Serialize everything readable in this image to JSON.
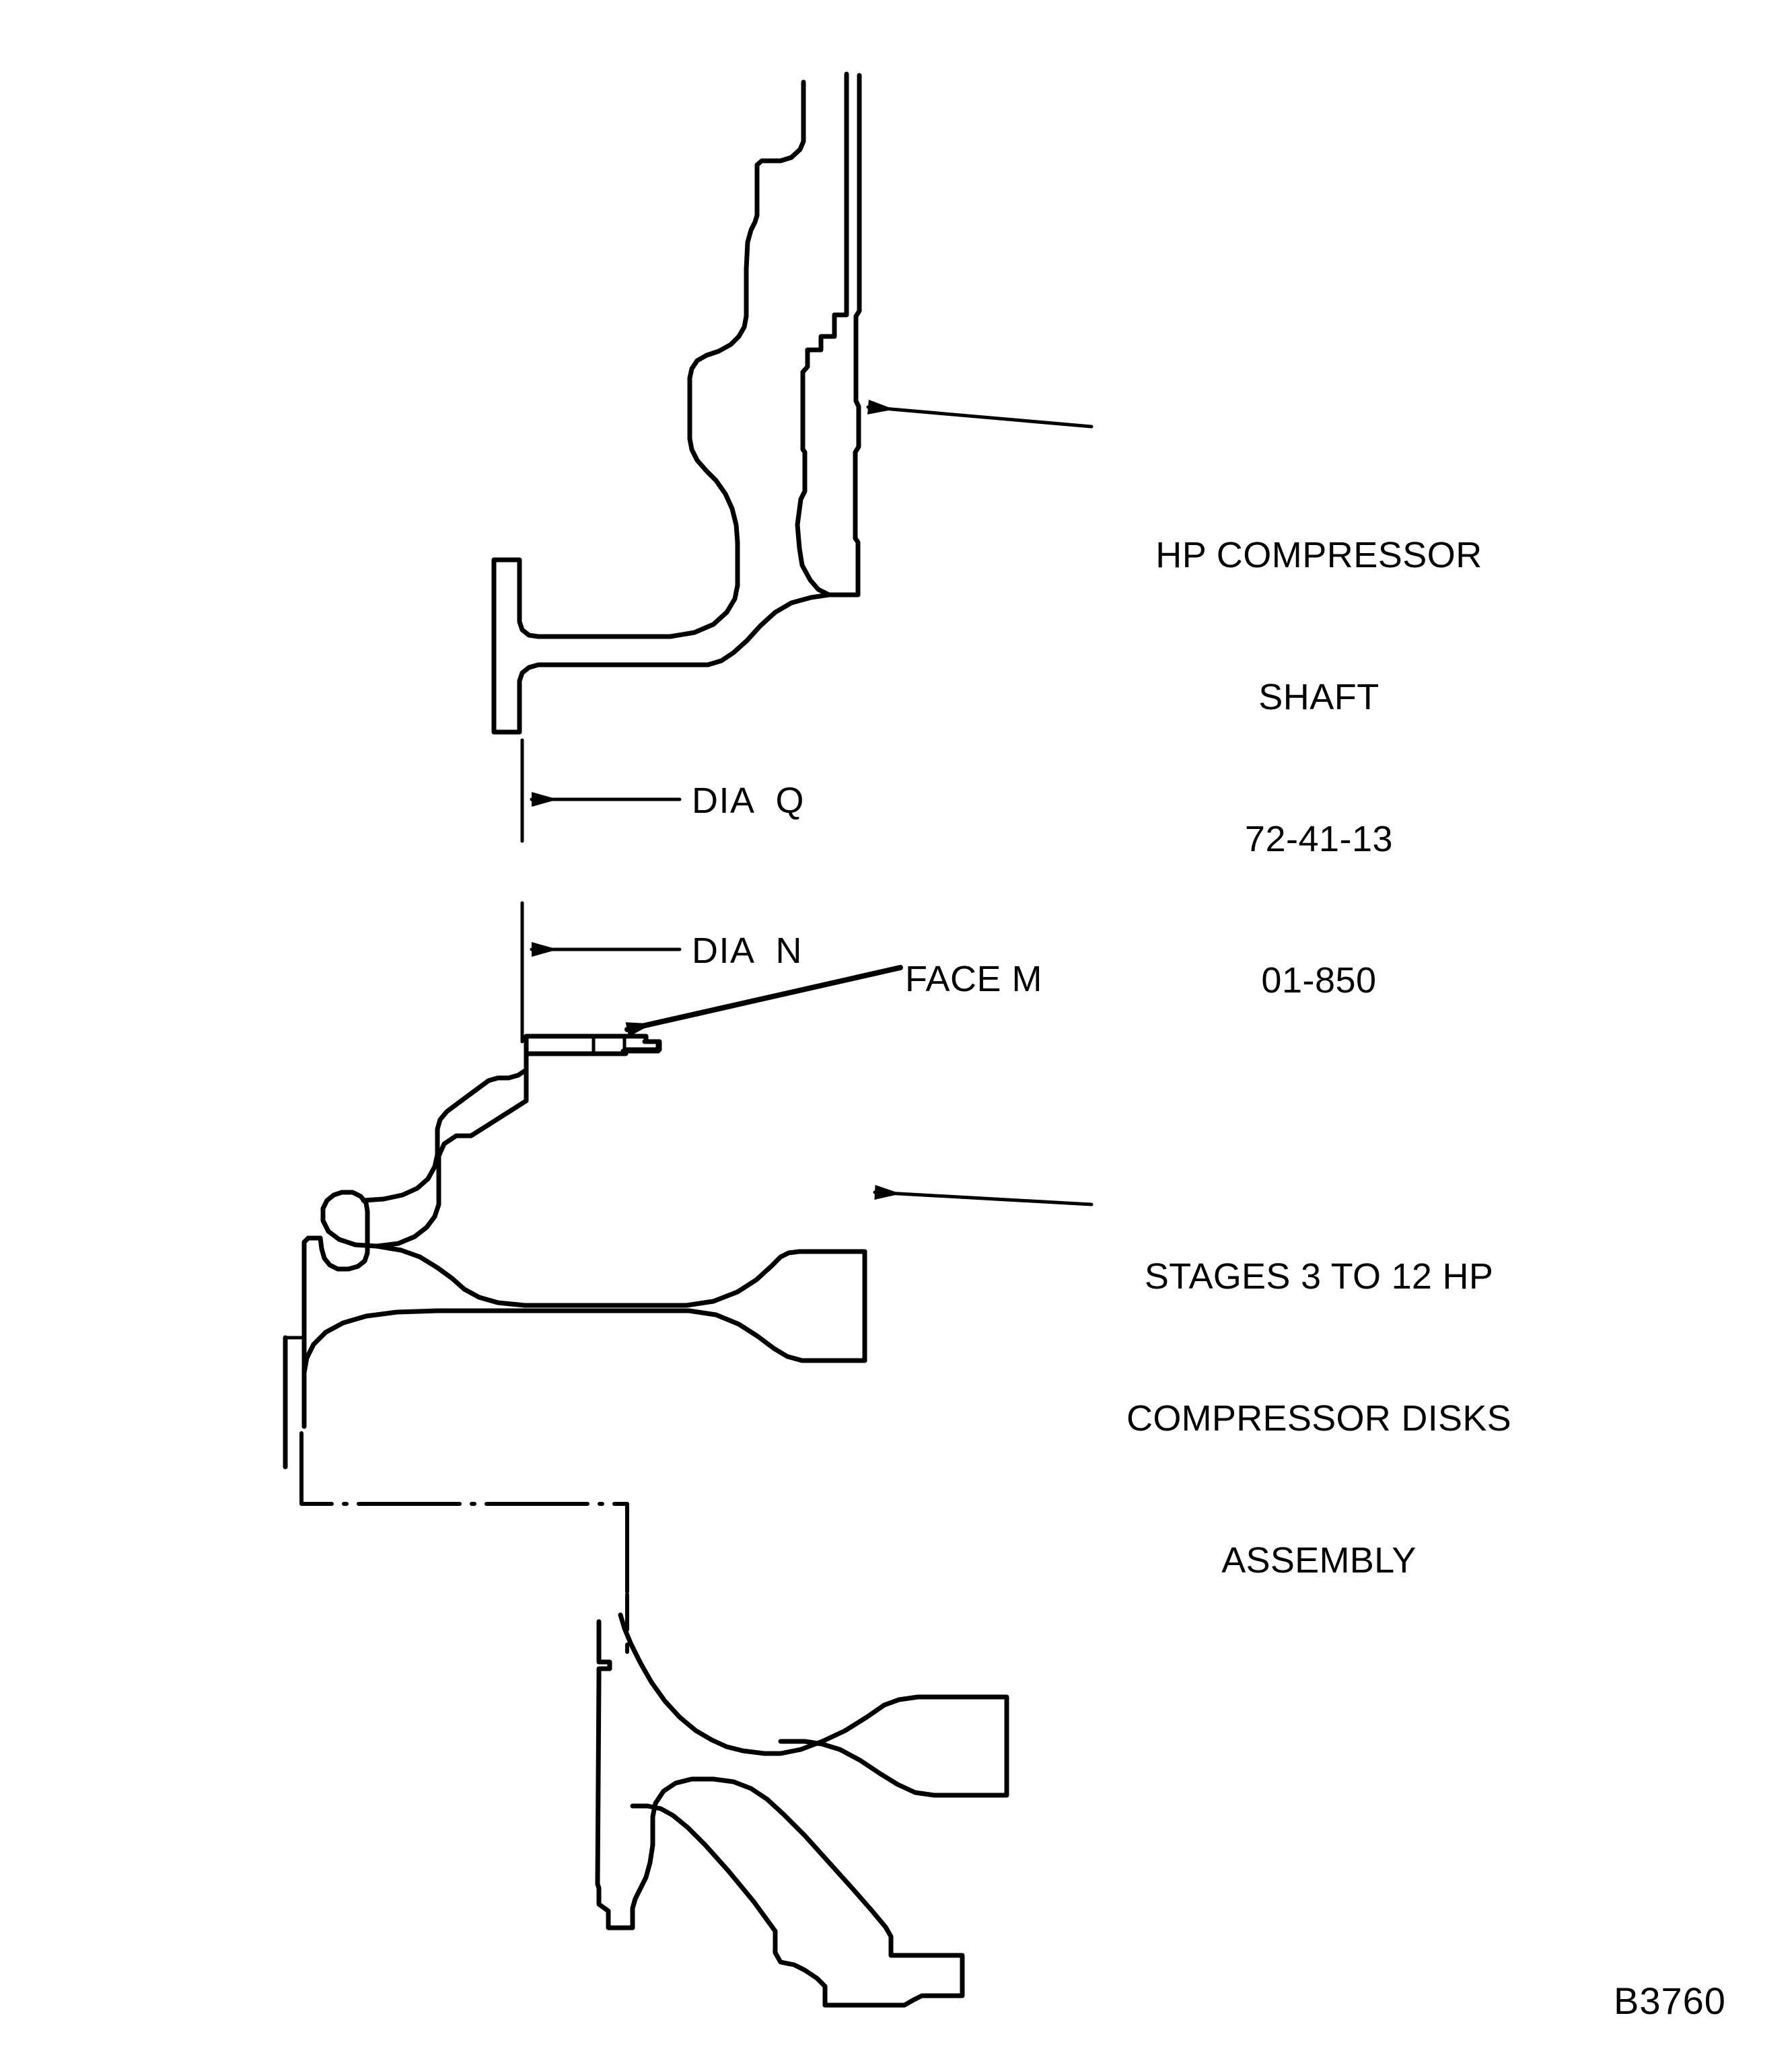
{
  "figure": {
    "reference_code": "B3760",
    "type": "engineering-cross-section"
  },
  "labels": {
    "hp_shaft": {
      "line1": "HP COMPRESSOR",
      "line2": "SHAFT",
      "line3": "72-41-13",
      "line4": "01-850"
    },
    "dia_q": "DIA  Q",
    "dia_n": "DIA  N",
    "face_m": "FACE M",
    "disks_assembly": {
      "line1": "STAGES 3 TO 12 HP",
      "line2": "COMPRESSOR DISKS",
      "line3": "ASSEMBLY"
    }
  },
  "colors": {
    "line": "#000000",
    "background": "#ffffff"
  },
  "geometry": {
    "stroke_width_outline": 7,
    "stroke_width_leader": 4,
    "stroke_width_reference": 5
  }
}
